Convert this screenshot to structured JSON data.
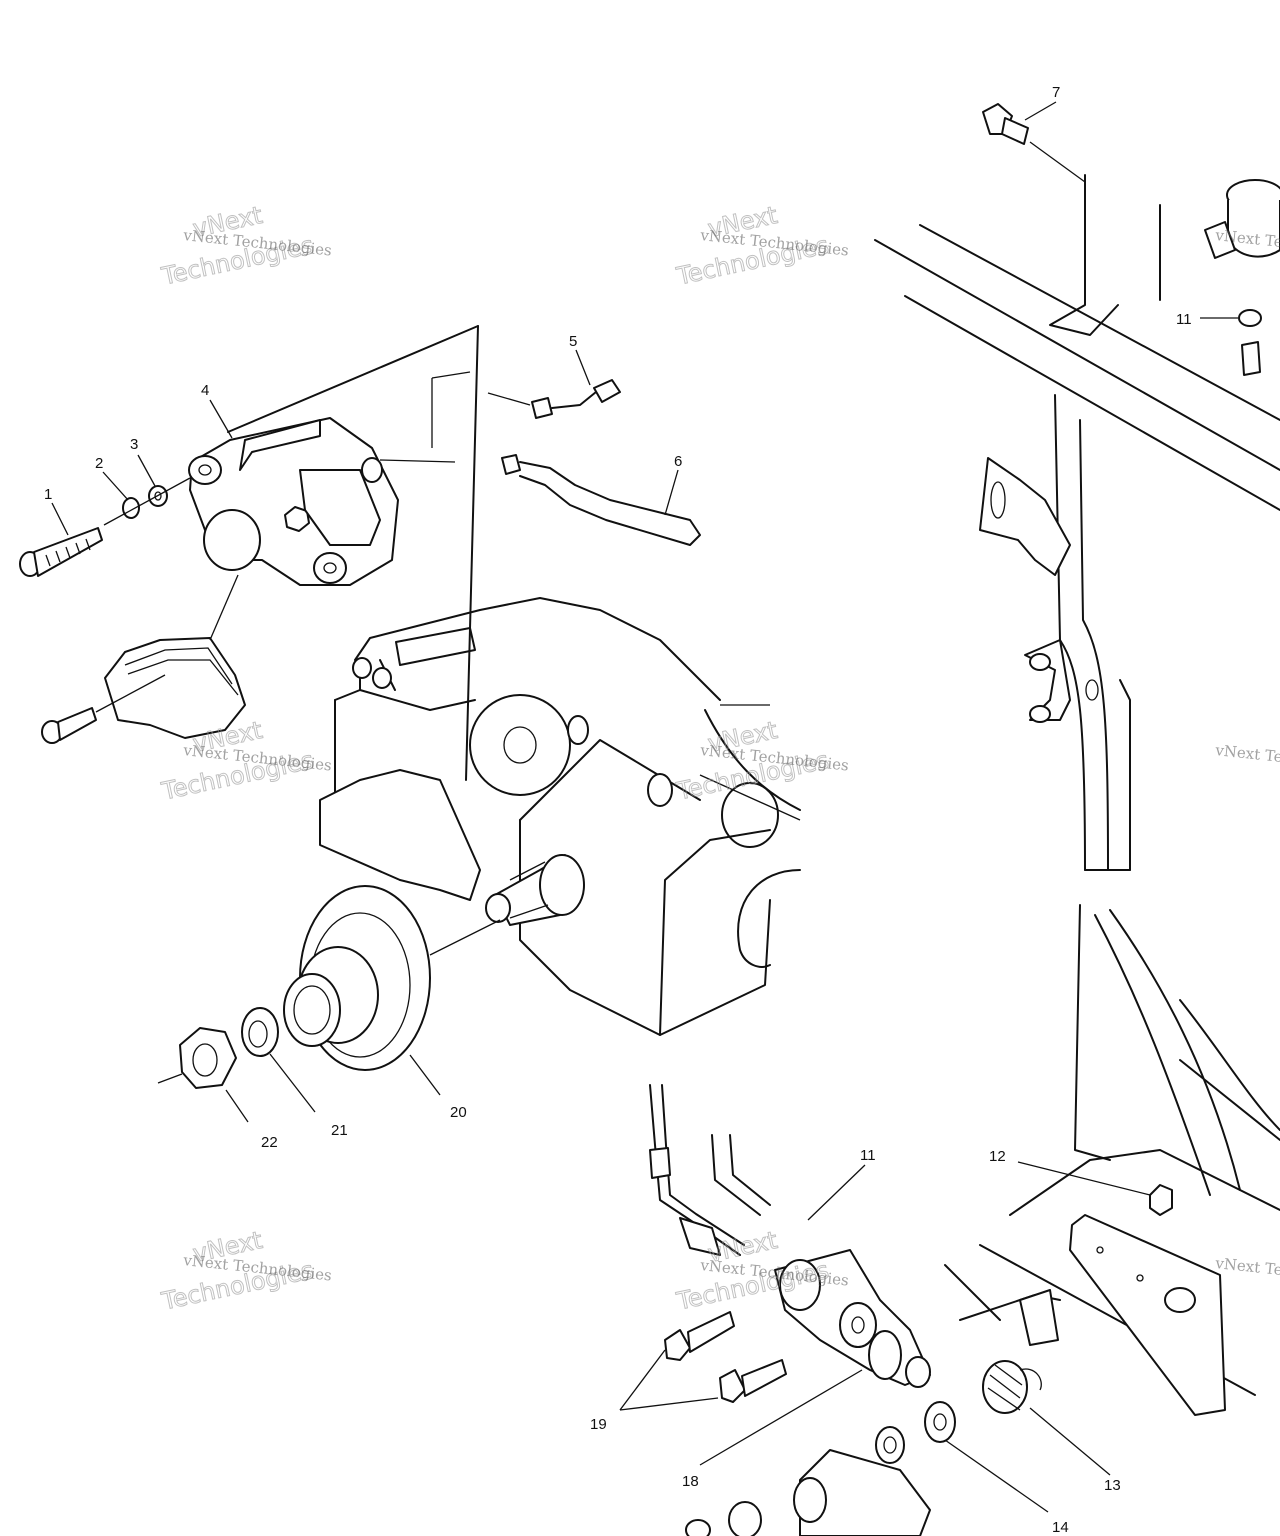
{
  "callouts": [
    {
      "id": "c1",
      "label": "1"
    },
    {
      "id": "c2",
      "label": "2"
    },
    {
      "id": "c3",
      "label": "3"
    },
    {
      "id": "c4",
      "label": "4"
    },
    {
      "id": "c5",
      "label": "5"
    },
    {
      "id": "c6",
      "label": "6"
    },
    {
      "id": "c7",
      "label": "7"
    },
    {
      "id": "c11a",
      "label": "11"
    },
    {
      "id": "c11b",
      "label": "11"
    },
    {
      "id": "c12",
      "label": "12"
    },
    {
      "id": "c13",
      "label": "13"
    },
    {
      "id": "c14",
      "label": "14"
    },
    {
      "id": "c18",
      "label": "18"
    },
    {
      "id": "c19",
      "label": "19"
    },
    {
      "id": "c20",
      "label": "20"
    },
    {
      "id": "c21",
      "label": "21"
    },
    {
      "id": "c22",
      "label": "22"
    }
  ],
  "watermark": {
    "line1": "vNext Technologies",
    "line2": "vNext",
    "line3": "Technologies"
  }
}
